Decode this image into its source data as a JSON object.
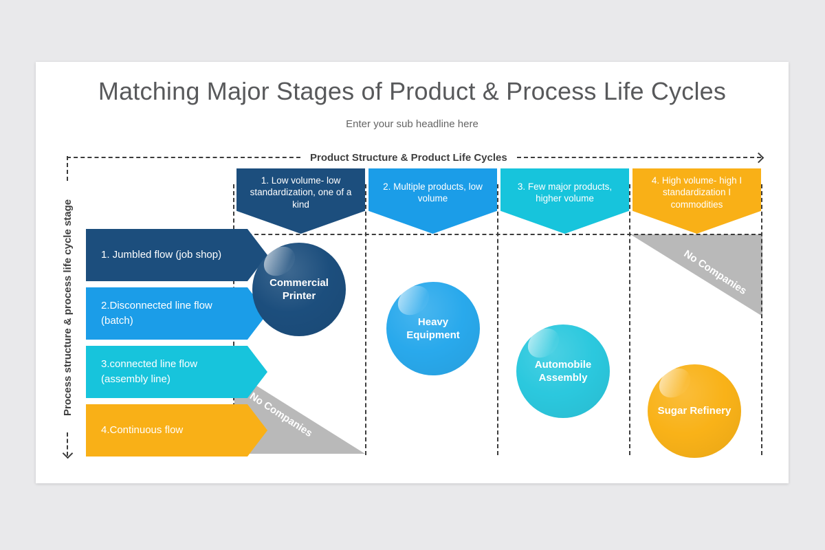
{
  "slide": {
    "title": "Matching Major Stages of Product & Process Life Cycles",
    "subtitle": "Enter your sub headline here"
  },
  "axes": {
    "top_label": "Product Structure & Product Life Cycles",
    "left_label": "Process structure & process life cycle stage"
  },
  "columns": [
    {
      "label": "1. Low volume- low standardization, one of a kind",
      "color": "#1c4e7d"
    },
    {
      "label": "2. Multiple products, low volume",
      "color": "#1b9de8"
    },
    {
      "label": "3. Few major products, higher volume",
      "color": "#17c4dc"
    },
    {
      "label": "4. High volume- high I standardization I commodities",
      "color": "#f9b017"
    }
  ],
  "rows": [
    {
      "label": "1. Jumbled flow (job shop)",
      "color": "#1c4e7d"
    },
    {
      "label": "2.Disconnected line flow (batch)",
      "color": "#1b9de8"
    },
    {
      "label": "3.connected line flow (assembly line)",
      "color": "#17c4dc"
    },
    {
      "label": "4.Continuous flow",
      "color": "#f9b017"
    }
  ],
  "bubbles": [
    {
      "label": "Commercial Printer",
      "color": "#1c4e7d"
    },
    {
      "label": "Heavy Equipment",
      "color": "#29a9ec"
    },
    {
      "label": "Automobile Assembly",
      "color": "#2bc8de"
    },
    {
      "label": "Sugar Refinery",
      "color": "#f9b218"
    }
  ],
  "no_companies": {
    "label": "No Companies",
    "color": "#b9b9b9"
  },
  "colors": {
    "dash": "#3c3c3c",
    "title": "#58595b"
  }
}
